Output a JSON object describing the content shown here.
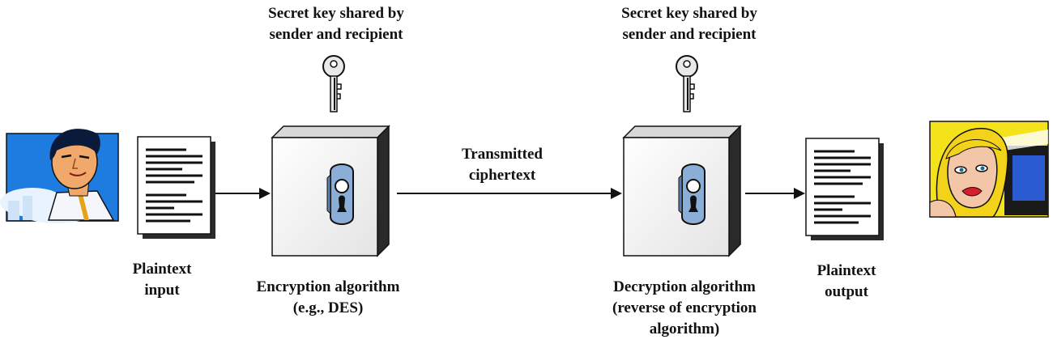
{
  "labels": {
    "secret_key_left": "Secret key shared by\nsender and recipient",
    "secret_key_right": "Secret key shared by\nsender and recipient",
    "plaintext_input": "Plaintext\ninput",
    "encryption_algorithm": "Encryption algorithm\n(e.g., DES)",
    "transmitted_ciphertext": "Transmitted\nciphertext",
    "decryption_algorithm": "Decryption algorithm\n(reverse of encryption\nalgorithm)",
    "plaintext_output": "Plaintext\noutput"
  },
  "icons": {
    "sender": "man-avatar-icon",
    "recipient": "woman-avatar-icon",
    "key": "key-icon",
    "lock": "keyhole-lock-icon",
    "document": "document-icon"
  },
  "colors": {
    "sky": "#1e7be0",
    "cloud": "#e8f3ff",
    "skin": "#f1a86b",
    "hair_dark": "#0a1a3a",
    "hair_blonde": "#f3d21a",
    "lock_blue": "#8aaed6",
    "box_face": "#fbfbfb",
    "box_side": "#2a2a2a"
  }
}
